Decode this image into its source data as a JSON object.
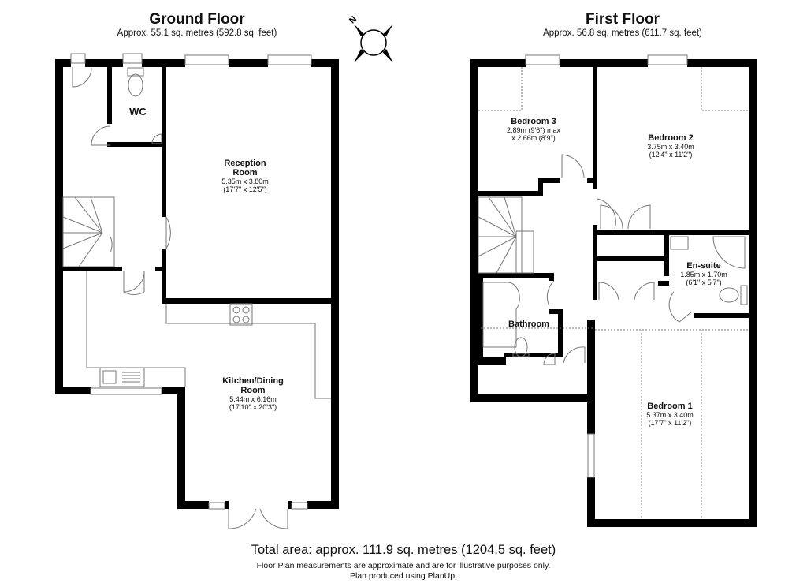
{
  "ground_floor": {
    "title": "Ground Floor",
    "area": "Approx. 55.1 sq. metres (592.8 sq. feet)",
    "rooms": [
      {
        "name": "WC",
        "dims": []
      },
      {
        "name_lines": [
          "Reception",
          "Room"
        ],
        "dims": [
          "5.35m x 3.80m",
          "(17'7\" x 12'5\")"
        ]
      },
      {
        "name_lines": [
          "Kitchen/Dining",
          "Room"
        ],
        "dims": [
          "5.44m x 6.16m",
          "(17'10\" x 20'3\")"
        ]
      }
    ]
  },
  "first_floor": {
    "title": "First Floor",
    "area": "Approx. 56.8 sq. metres (611.7 sq. feet)",
    "rooms": [
      {
        "name": "Bedroom 3",
        "dims": [
          "2.89m (9'6\") max",
          "x 2.66m (8'9\")"
        ]
      },
      {
        "name": "Bedroom 2",
        "dims": [
          "3.75m x 3.40m",
          "(12'4\" x 11'2\")"
        ]
      },
      {
        "name": "En-suite",
        "dims": [
          "1.85m x 1.70m",
          "(6'1\" x 5'7\")"
        ]
      },
      {
        "name": "Bathroom",
        "dims": []
      },
      {
        "name": "Bedroom 1",
        "dims": [
          "5.37m x 3.40m",
          "(17'7\" x 11'2\")"
        ]
      }
    ]
  },
  "compass": {
    "label": "N",
    "icon": "compass-rose-icon"
  },
  "footer": {
    "total": "Total area: approx. 111.9 sq. metres (1204.5 sq. feet)",
    "disclaimer": "Floor Plan measurements are approximate and are for illustrative purposes only.",
    "credit": "Plan produced using PlanUp."
  },
  "colors": {
    "wall": "#000000",
    "fixture": "#777777",
    "background": "#ffffff"
  }
}
